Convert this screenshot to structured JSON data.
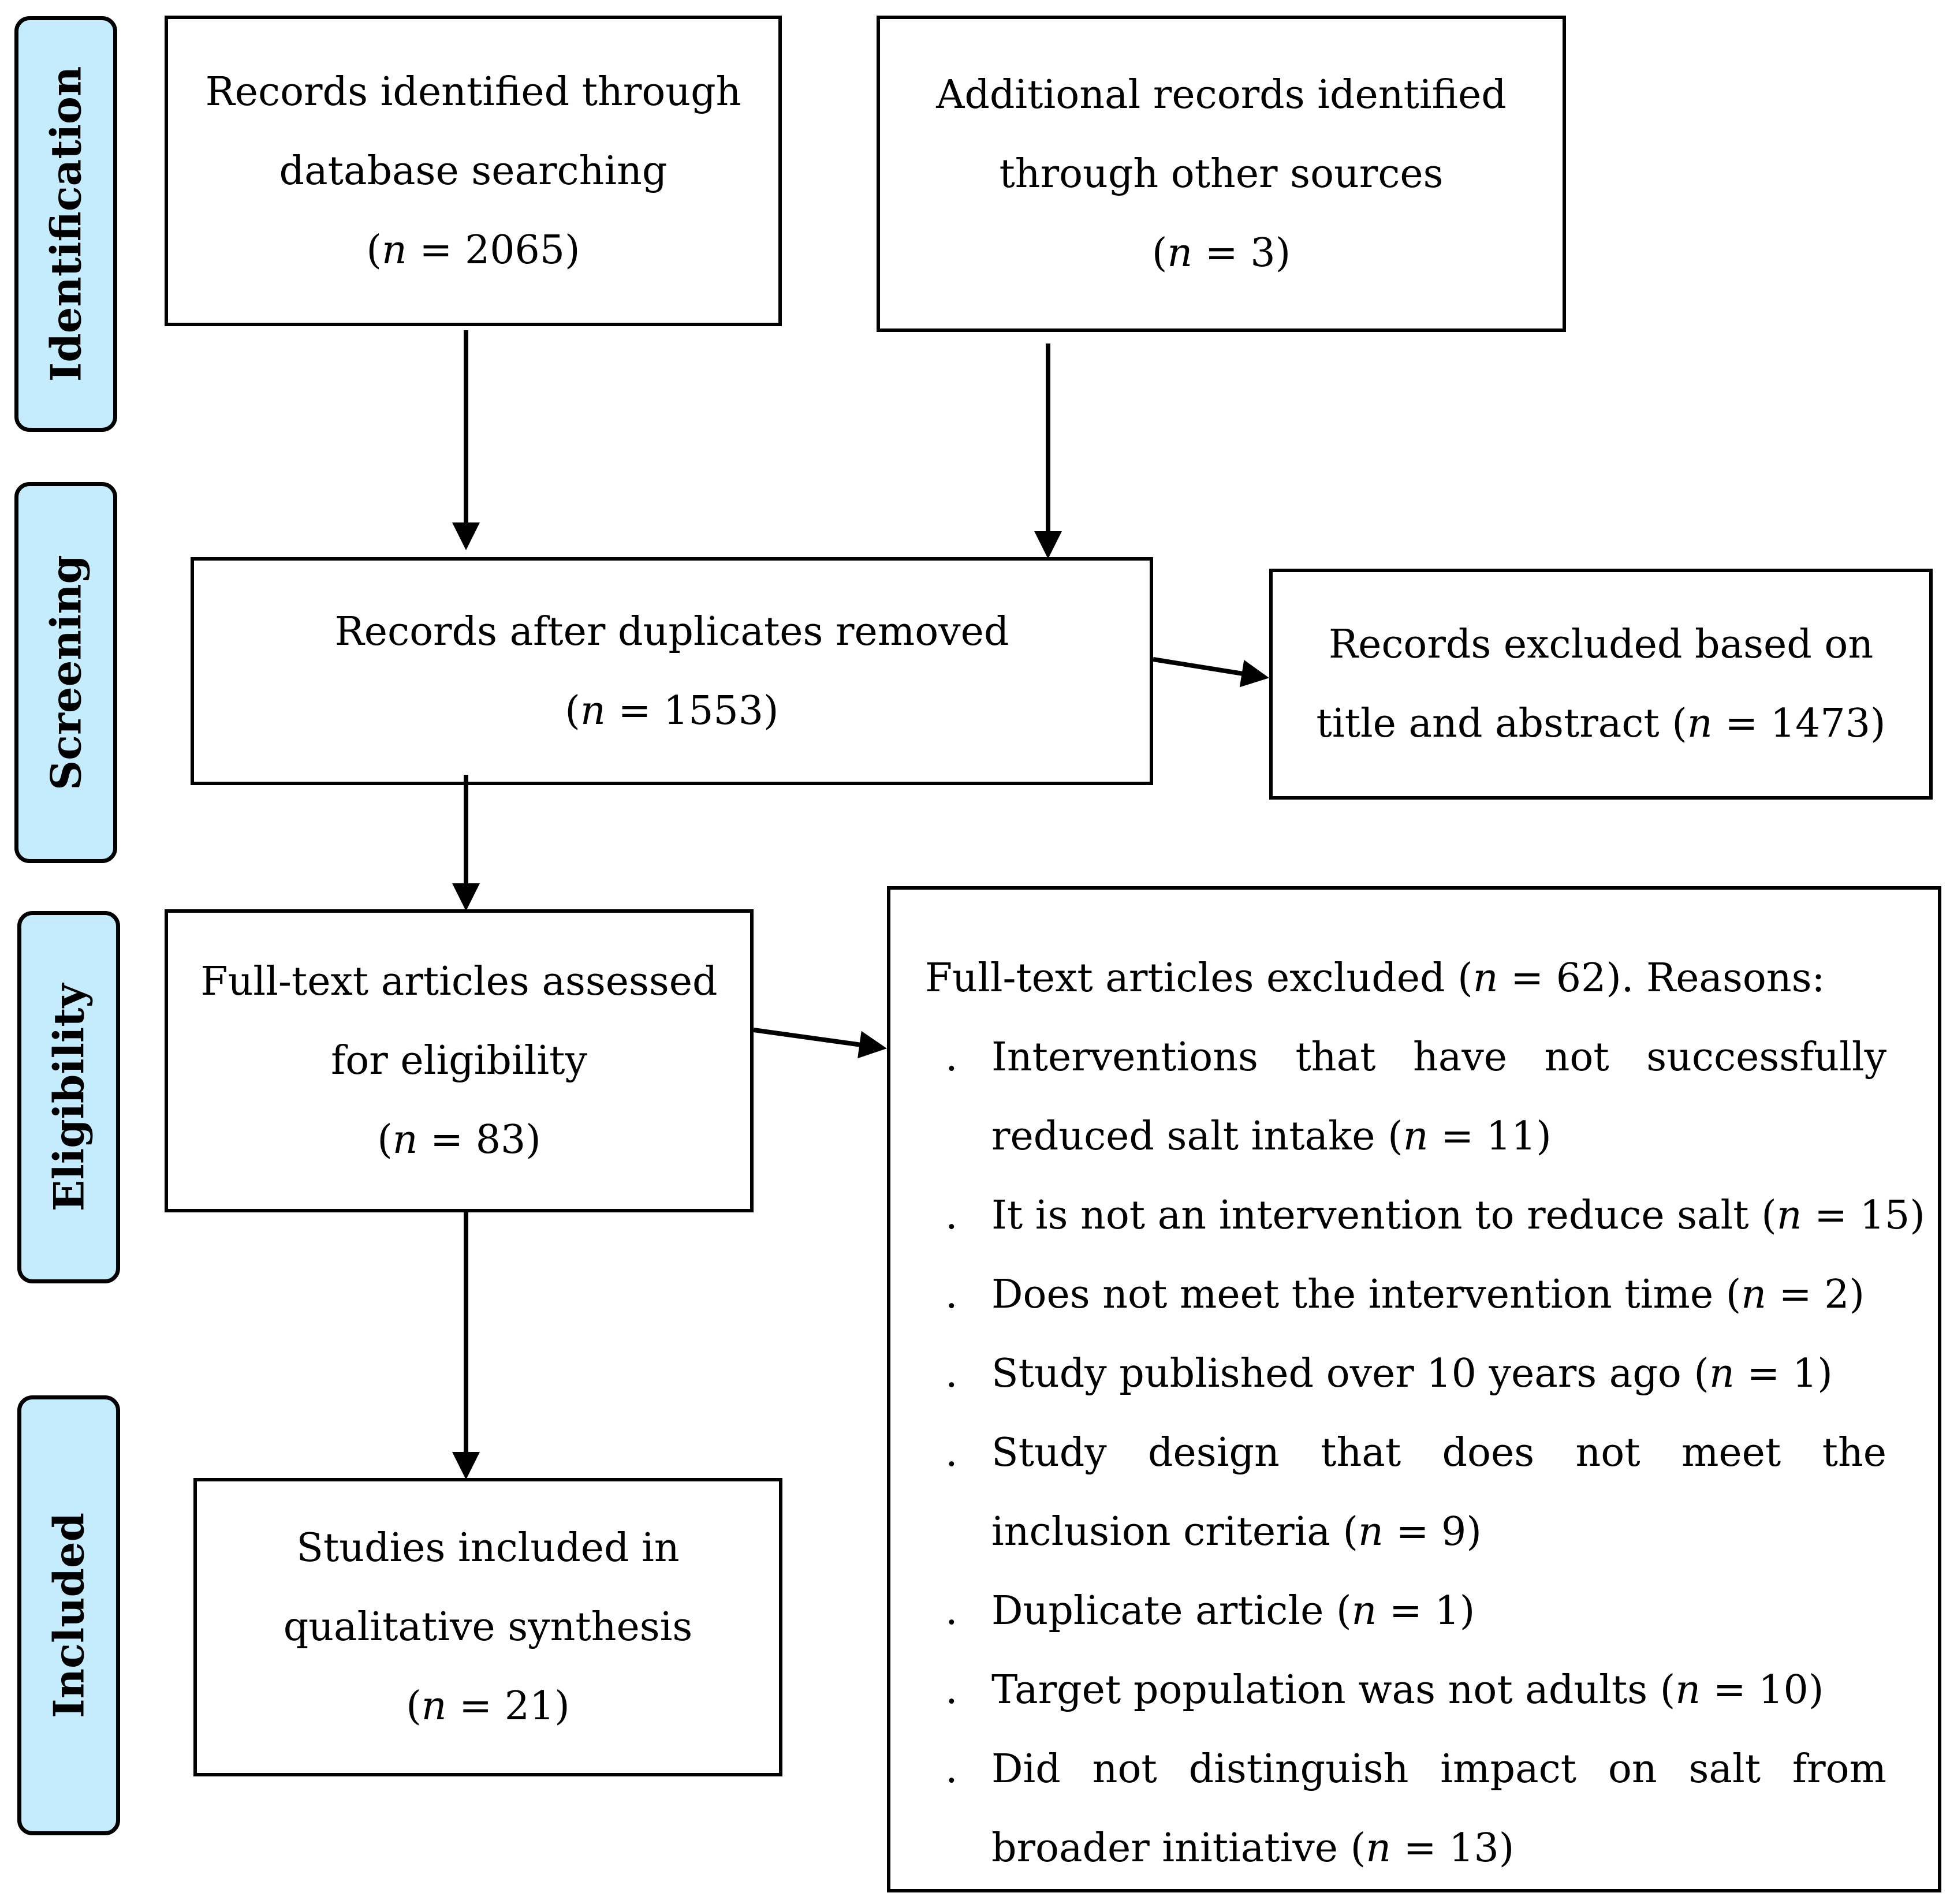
{
  "phases": {
    "identification": "Identification",
    "screening": "Screening",
    "eligibility": "Eligibility",
    "included": "Included"
  },
  "boxes": {
    "database": {
      "line1": "Records identified through",
      "line2": "database searching",
      "n": "2065"
    },
    "other": {
      "line1": "Additional records identified",
      "line2": "through other sources",
      "n": "3"
    },
    "duplicates": {
      "line1": "Records after duplicates removed",
      "n": "1553"
    },
    "excluded_title": {
      "line1": "Records excluded based on",
      "line2_prefix": "title and abstract (",
      "n": "1473"
    },
    "fulltext": {
      "line1": "Full-text articles assessed",
      "line2": "for eligibility",
      "n": "83"
    },
    "included": {
      "line1": "Studies included in",
      "line2": "qualitative synthesis",
      "n": "21"
    }
  },
  "exclusions": {
    "head_prefix": "Full-text articles excluded (",
    "n": "62",
    "head_suffix": "). Reasons:",
    "bullet": ".",
    "reasons": [
      {
        "text": "Interventions that have not successfully reduced salt intake",
        "n": "11"
      },
      {
        "text": "It is not an intervention to reduce salt",
        "n": "15"
      },
      {
        "text": "Does not meet the intervention time",
        "n": "2"
      },
      {
        "text": "Study published over 10 years ago",
        "n": "1"
      },
      {
        "text": "Study design that does not meet the inclusion criteria",
        "n": "9"
      },
      {
        "text": "Duplicate article",
        "n": "1"
      },
      {
        "text": "Target population was not adults",
        "n": "10"
      },
      {
        "text": "Did not distinguish impact on salt from broader initiative",
        "n": "13"
      }
    ]
  },
  "labels": {
    "n_symbol": "n",
    "equals": " = ",
    "open": "(",
    "close": ")"
  }
}
